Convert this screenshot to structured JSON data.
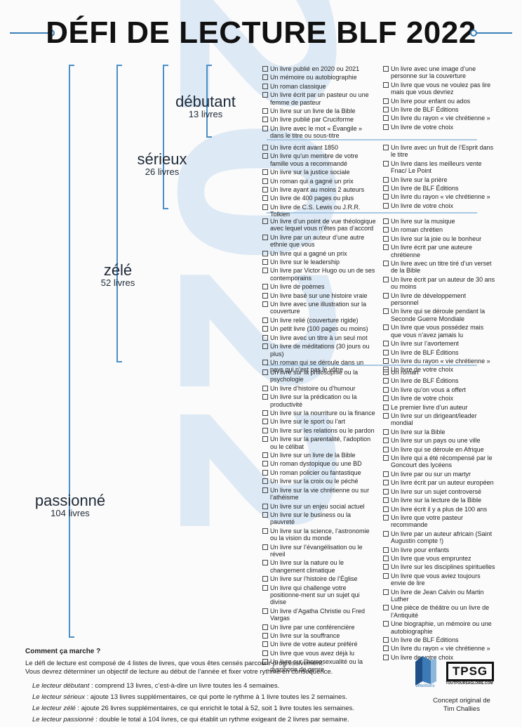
{
  "title": "DÉFI DE LECTURE BLF 2022",
  "background_year": "2022",
  "levels": [
    {
      "name": "débutant",
      "count": "13 livres"
    },
    {
      "name": "sérieux",
      "count": "26 livres"
    },
    {
      "name": "zélé",
      "count": "52 livres"
    },
    {
      "name": "passionné",
      "count": "104 livres"
    }
  ],
  "lists": {
    "debutant_left": [
      "Un livre publié en 2020 ou 2021",
      "Un mémoire ou autobiographie",
      "Un roman classique",
      "Un livre écrit par un pasteur ou une femme de pasteur",
      "Un livre sur un livre de la Bible",
      "Un livre publié par Cruciforme",
      "Un livre avec le mot « Évangile » dans le titre ou sous-titre"
    ],
    "debutant_right": [
      "Un livre avec une image d’une personne sur la couverture",
      "Un livre que vous ne voulez pas lire mais que vous devriez",
      "Un livre pour enfant ou ados",
      "Un livre de BLF Éditions",
      "Un livre du rayon « vie chrétienne »",
      "Un livre de votre choix"
    ],
    "serieux_left": [
      "Un livre écrit avant 1850",
      "Un livre qu’un membre de votre famille vous a recommandé",
      "Un livre sur la justice sociale",
      "Un roman qui a gagné un prix",
      "Un livre ayant au moins 2 auteurs",
      "Un livre de 400 pages ou plus",
      "Un livre de C.S. Lewis ou J.R.R. Tolkien"
    ],
    "serieux_right": [
      "Un livre avec un fruit de l’Esprit dans le titre",
      "Un livre dans les meilleurs vente Fnac/ Le Point",
      "Un livre sur la prière",
      "Un livre de BLF Éditions",
      "Un livre du rayon « vie chrétienne »",
      "Un livre de votre choix"
    ],
    "zele_left": [
      "Un livre d’un point de vue théologique avec lequel vous n’êtes pas d’accord",
      "Un livre par un auteur d’une autre ethnie que vous",
      "Un livre qui a gagné un prix",
      "Un livre sur le leadership",
      "Un livre par Victor Hugo ou un de ses contemporains",
      "Un livre de poèmes",
      "Un livre basé sur une histoire vraie",
      "Un livre avec une illustration sur la couverture",
      "Un livre relié (couverture rigide)",
      "Un petit livre (100 pages ou moins)",
      "Un livre avec un titre à un seul mot",
      "Un livre de méditations (30 jours ou plus)",
      "Un roman qui se déroule dans un pays qui n’est pas le vôtre"
    ],
    "zele_right": [
      "Un livre sur la musique",
      "Un roman chrétien",
      "Un livre sur la joie ou le bonheur",
      "Un livre écrit par une auteure chrétienne",
      "Un livre avec un titre tiré d’un verset de la Bible",
      "Un livre écrit par un auteur de 30 ans ou moins",
      "Un livre de développement personnel",
      "Un livre qui se déroule pendant la Seconde Guerre Mondiale",
      "Un livre que vous possédez mais que vous n’avez jamais lu",
      "Un livre sur l’avortement",
      "Un livre de BLF Éditions",
      "Un livre du rayon « vie chrétienne »",
      "Un livre de votre choix"
    ],
    "passionne_left": [
      "Un livre sur la philosophie ou la psychologie",
      "Un livre d’histoire ou d’humour",
      "Un livre sur la prédication ou la productivité",
      "Un livre sur la nourriture ou la finance",
      "Un livre sur le sport ou l’art",
      "Un livre sur les relations ou le pardon",
      "Un livre sur la parentalité, l’adoption ou le célibat",
      "Un livre sur un livre de la Bible",
      "Un roman dystopique ou une BD",
      "Un roman policier ou fantastique",
      "Un livre sur la croix ou le péché",
      "Un livre sur la vie chrétienne ou sur l’athéisme",
      "Un livre sur un enjeu social actuel",
      "Un livre sur le business ou la pauvreté",
      "Un livre sur la science, l’astronomie ou la vision du monde",
      "Un livre sur l’évangélisation ou le réveil",
      "Un livre sur la nature ou le changement climatique",
      "Un livre sur l’histoire de l’Église",
      "Un livre qui challenge votre positionne-ment sur un sujet qui divise",
      "Un livre d’Agatha Christie ou Fred Vargas",
      "Un livre par une conférencière",
      "Un livre sur la souffrance",
      "Un livre de votre auteur préféré",
      "Un livre que vous avez déjà lu",
      "Un livre sur l’homosexualité ou la dysphorie de genre"
    ],
    "passionne_right": [
      "Un roman",
      "Un livre de BLF Éditions",
      "Un livre qu’on vous a offert",
      "Un livre de votre choix",
      "Le premier livre d’un auteur",
      "Un livre sur un dirigeant/leader mondial",
      "Un livre sur la Bible",
      "Un livre sur un pays ou une ville",
      "Un livre qui se déroule en Afrique",
      "Un livre qui a été récompensé par le Goncourt des lycéens",
      "Un livre par ou sur un martyr",
      "Un livre écrit par un auteur européen",
      "Un livre sur un sujet controversé",
      "Un livre sur la lecture de la Bible",
      "Un livre écrit il y a plus de 100 ans",
      "Un livre que votre pasteur recommande",
      "Un livre par un auteur africain (Saint Augustin compte !)",
      "Un livre pour enfants",
      "Un livre que vous empruntez",
      "Un livre sur les disciplines spirituelles",
      "Un livre que vous aviez toujours envie de lire",
      "Un livre de Jean Calvin ou Martin Luther",
      "Une pièce de théâtre ou un livre de l’Antiquité",
      "Une biographie, un mémoire ou une autobiographie",
      "Un livre de BLF Éditions",
      "Un livre du rayon « vie chrétienne »",
      "Un livre de votre choix"
    ]
  },
  "how": {
    "heading": "Comment ça marche ?",
    "intro1": "Le défi de lecture est composé de 4 listes de livres, que vous êtes censés parcourir progressivement.",
    "intro2": "Vous devrez déterminer un objectif de lecture au début de l’année et fixer votre rythme en conséquence.",
    "rules": [
      {
        "label": "Le lecteur débutant",
        "text": " : comprend 13 livres, c’est-à-dire un livre toutes les 4 semaines."
      },
      {
        "label": "Le lecteur sérieux",
        "text": " : ajoute 13 livres supplémentaires, ce qui porte le rythme à 1 livre toutes les 2 semaines."
      },
      {
        "label": "Le lecteur zélé",
        "text": " : ajoute 26 livres supplémentaires, ce qui enrichit le total à 52, soit 1 livre toutes les semaines."
      },
      {
        "label": "Le lecteur passionné",
        "text": " : double le total à 104 livres, ce qui établit un rythme exigeant de 2 livres par semaine."
      }
    ]
  },
  "logos": {
    "blf_text": "blféditions",
    "tpsg_text": "TPSG",
    "tpsg_sub": "TOUTPOURSAGLOIRE.COM"
  },
  "concept": {
    "line1": "Concept original de",
    "line2": "Tim Challies"
  },
  "colors": {
    "accent": "#4a8fc6",
    "watermark": "#dde9f4",
    "text": "#1e2a38"
  }
}
